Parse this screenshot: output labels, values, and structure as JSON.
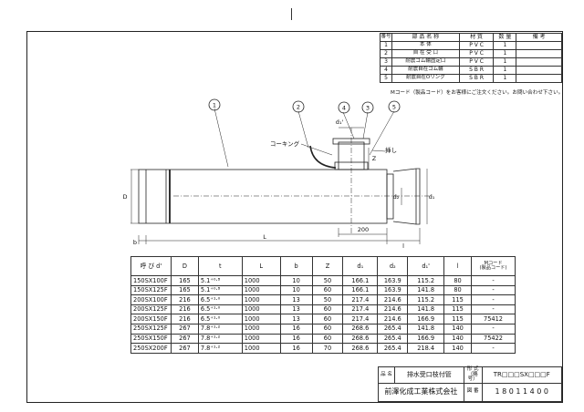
{
  "parts_table": {
    "headers": [
      "番号",
      "部 品 名 称",
      "材 質",
      "数 量",
      "備 考"
    ],
    "rows": [
      [
        "1",
        "本 体",
        "P V C",
        "1",
        ""
      ],
      [
        "2",
        "自 在 受 口",
        "P V C",
        "1",
        ""
      ],
      [
        "3",
        "耐震ゴム輪固定口",
        "P V C",
        "1",
        ""
      ],
      [
        "4",
        "耐震自在ゴム輪",
        "S B R",
        "1",
        ""
      ],
      [
        "5",
        "耐震自在Oリング",
        "S B R",
        "1",
        ""
      ]
    ]
  },
  "m_code_note": "Mコード（製品コード）をお客様にご注文ください。お問い合わせ下さい。",
  "drawing": {
    "callouts": [
      "1",
      "2",
      "3",
      "4",
      "5"
    ],
    "label_caulking": "コーキング",
    "label_insert": "挿し",
    "dims": {
      "D": "D",
      "d1": "d₁",
      "d2": "d₂",
      "d1p": "d₁'",
      "L": "L",
      "b": "b",
      "l": "l",
      "z": "200",
      "Z": "Z"
    }
  },
  "spec_table": {
    "headers": [
      "呼 び d'",
      "D",
      "t",
      "L",
      "b",
      "Z",
      "d₁",
      "d₂",
      "d₁'",
      "l",
      "Mコード\n(製品コード)"
    ],
    "rows": [
      [
        "150SX100F",
        "165",
        "5.1⁺⁰·⁸",
        "1000",
        "10",
        "50",
        "166.1",
        "163.9",
        "115.2",
        "80",
        "-"
      ],
      [
        "150SX125F",
        "165",
        "5.1⁺⁰·⁸",
        "1000",
        "10",
        "60",
        "166.1",
        "163.9",
        "141.8",
        "80",
        "-"
      ],
      [
        "200SX100F",
        "216",
        "6.5⁺¹·⁰",
        "1000",
        "13",
        "50",
        "217.4",
        "214.6",
        "115.2",
        "115",
        "-"
      ],
      [
        "200SX125F",
        "216",
        "6.5⁺¹·⁰",
        "1000",
        "13",
        "60",
        "217.4",
        "214.6",
        "141.8",
        "115",
        "-"
      ],
      [
        "200SX150F",
        "216",
        "6.5⁺¹·⁰",
        "1000",
        "13",
        "60",
        "217.4",
        "214.6",
        "166.9",
        "115",
        "75412"
      ],
      [
        "250SX125F",
        "267",
        "7.8⁺¹·²",
        "1000",
        "16",
        "60",
        "268.6",
        "265.4",
        "141.8",
        "140",
        "-"
      ],
      [
        "250SX150F",
        "267",
        "7.8⁺¹·²",
        "1000",
        "16",
        "60",
        "268.6",
        "265.4",
        "166.9",
        "140",
        "75422"
      ],
      [
        "250SX200F",
        "267",
        "7.8⁺¹·²",
        "1000",
        "16",
        "70",
        "268.6",
        "265.4",
        "218.4",
        "140",
        "-"
      ]
    ]
  },
  "title_block": {
    "name_label": "品 名",
    "name_value": "排水受口枝付管",
    "model_label": "形 式\n（略号）",
    "model_value": "TR□□□SX□□□F",
    "company": "前澤化成工業株式会社",
    "drawing_no_label": "図 番",
    "drawing_no_value": "1 8 0 1 1 4 0 0"
  }
}
